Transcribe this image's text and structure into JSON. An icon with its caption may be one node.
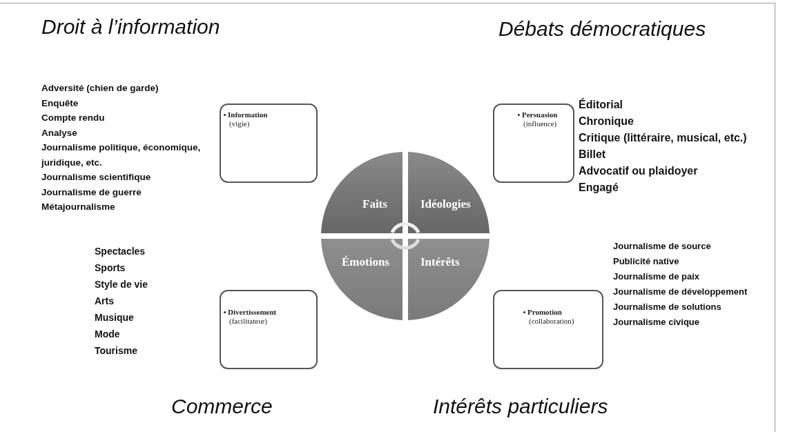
{
  "diagram": {
    "nodes": [
      {
        "text": [
          "Information",
          "(vigie)"
        ]
      },
      {
        "text": [
          "Persuasion",
          "(influence)"
        ]
      },
      {
        "text": [
          "Faits"
        ]
      },
      {
        "text": [
          "Idéologies"
        ]
      },
      {
        "text": [
          "Émotions"
        ]
      },
      {
        "text": [
          "Intérêts"
        ]
      },
      {
        "text": [
          "Divertissement",
          "(facilitateur)"
        ]
      },
      {
        "text": [
          "Promotion",
          "(collaboration)"
        ]
      }
    ],
    "edges": [],
    "labels": [
      "Droit à l’information",
      "Débats démocratiques",
      "Adversité (chien de garde)",
      "Enquête",
      "Compte rendu",
      "Analyse",
      "Journalisme politique, économique, juridique, etc.",
      "Journalisme scientifique",
      "Journalisme de guerre",
      "Métajournalisme",
      "Éditorial",
      "Chronique",
      "Critique (littéraire, musical, etc.)",
      "Billet",
      "Advocatif ou plaidoyer",
      "Engagé",
      "Spectacles",
      "Sports",
      "Style de vie",
      "Arts",
      "Musique",
      "Mode",
      "Tourisme",
      "Journalisme de source",
      "Publicité native",
      "Journalisme de paix",
      "Journalisme de développement",
      "Journalisme de solutions",
      "Journalisme civique",
      "Commerce",
      "Intérêts particuliers"
    ]
  }
}
